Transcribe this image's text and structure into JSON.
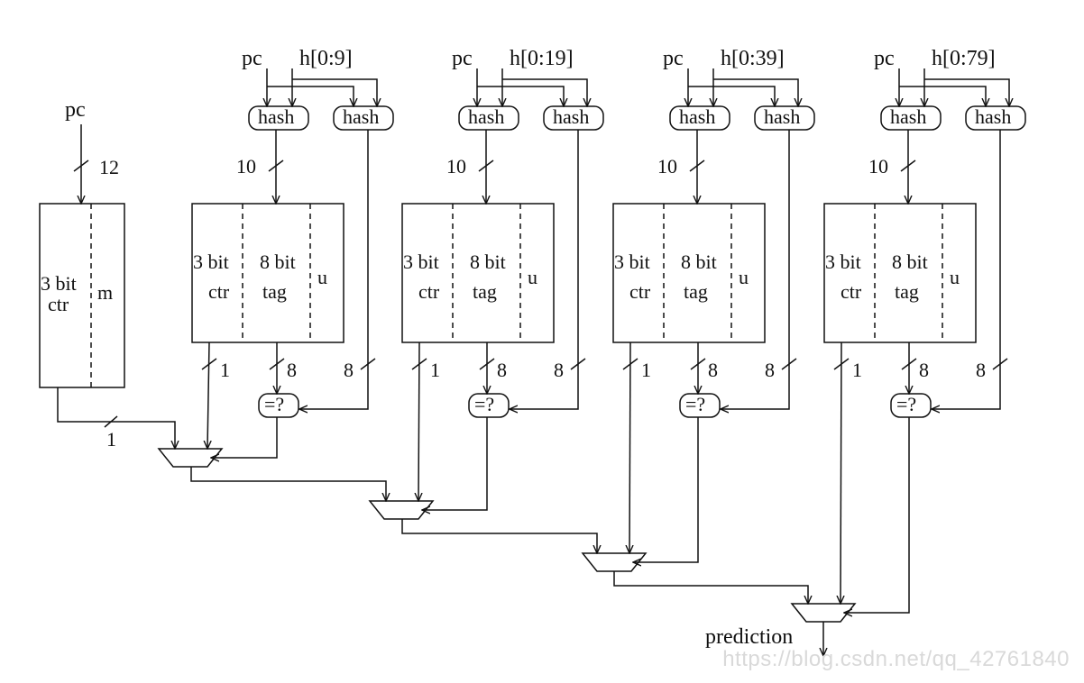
{
  "base": {
    "input": "pc",
    "width": "12",
    "field_ctr_line1": "3 bit",
    "field_ctr_line2": "ctr",
    "field_m": "m",
    "out_width": "1"
  },
  "tables": [
    {
      "pc": "pc",
      "hist": "h[0:9]"
    },
    {
      "pc": "pc",
      "hist": "h[0:19]"
    },
    {
      "pc": "pc",
      "hist": "h[0:39]"
    },
    {
      "pc": "pc",
      "hist": "h[0:79]"
    }
  ],
  "common": {
    "hash": "hash",
    "index_width": "10",
    "ctr_line1": "3 bit",
    "ctr_line2": "ctr",
    "tag_line1": "8 bit",
    "tag_line2": "tag",
    "u": "u",
    "ctr_width": "1",
    "tag_width": "8",
    "hash_width": "8",
    "compare": "=?"
  },
  "output": "prediction",
  "watermark": "https://blog.csdn.net/qq_42761840"
}
